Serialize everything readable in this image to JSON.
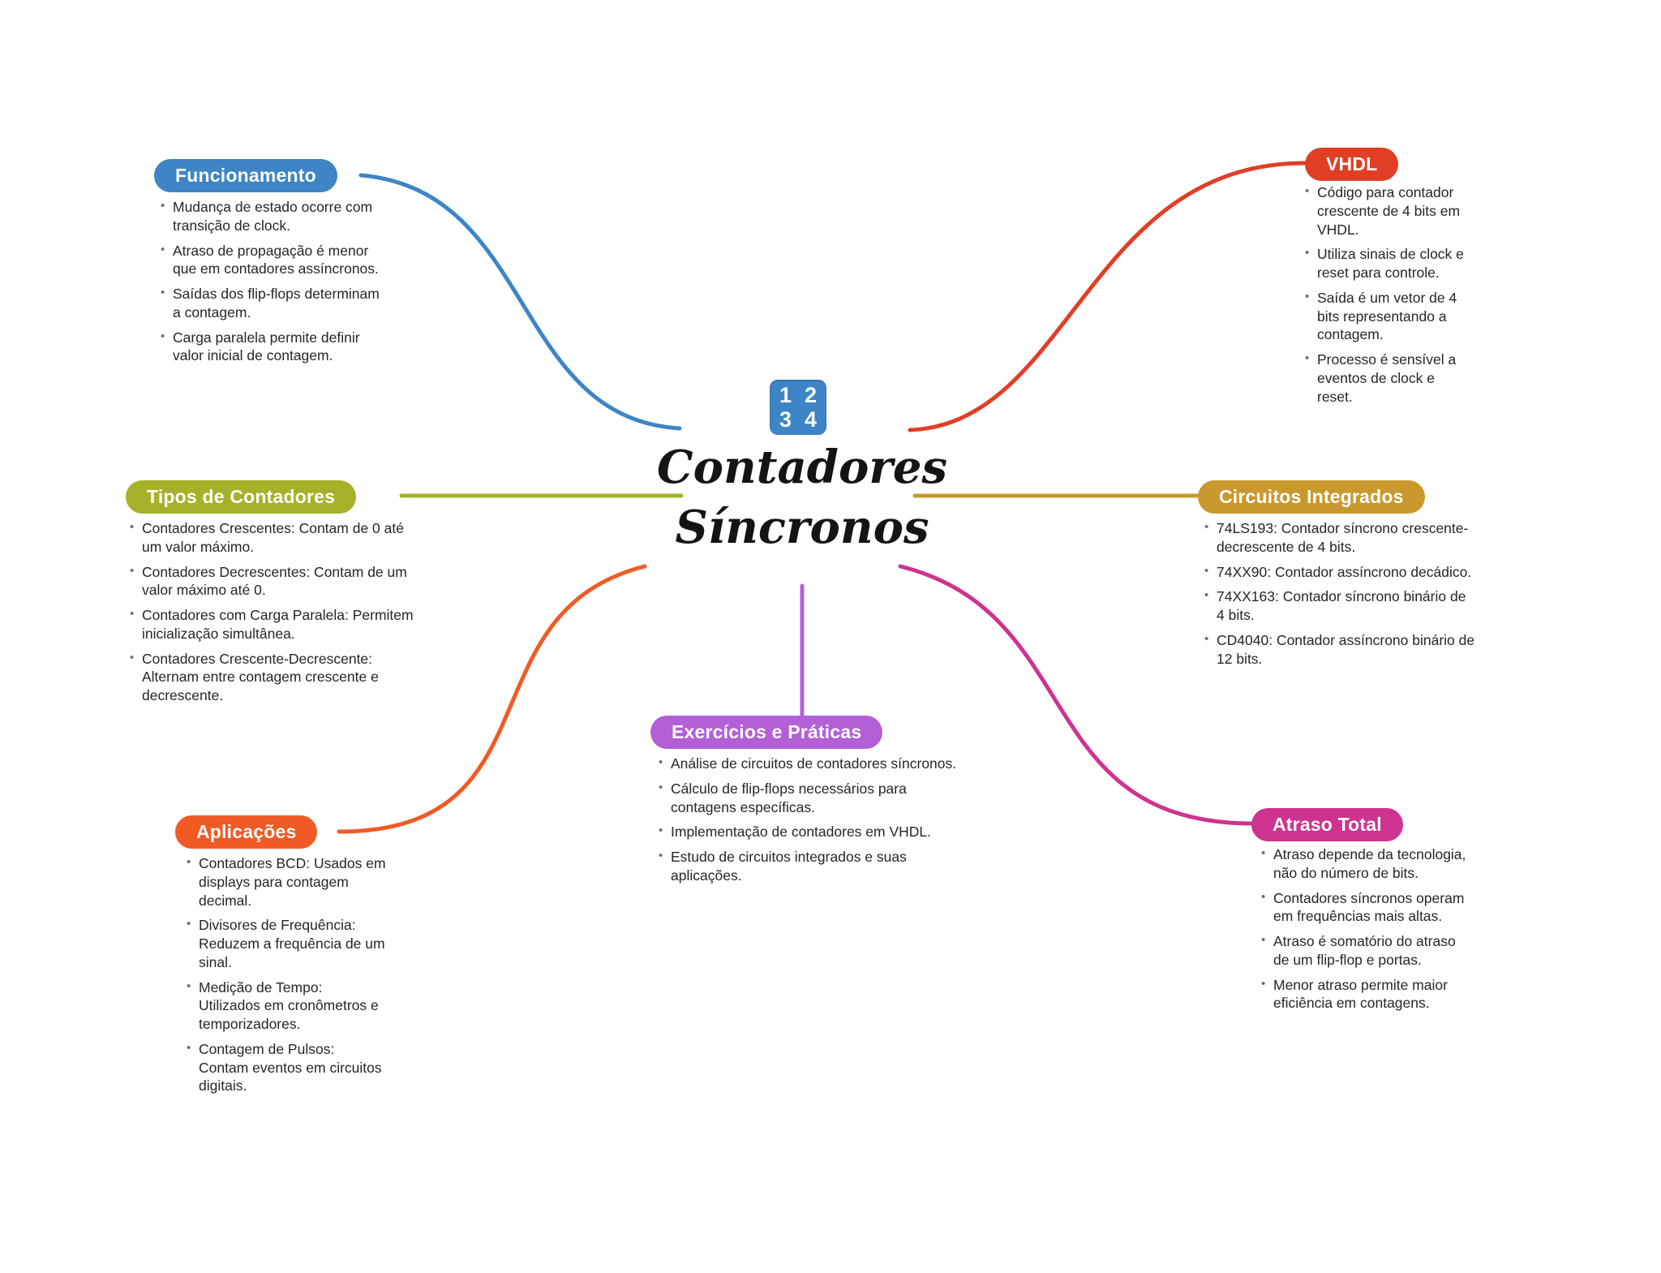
{
  "center": {
    "title_line1": "Contadores",
    "title_line2": "Síncronos",
    "icon_digits": [
      "1",
      "2",
      "3",
      "4"
    ],
    "icon_color": "#3d85c6"
  },
  "branches": [
    {
      "label": "Funcionamento",
      "color": "#3d85c6",
      "items": [
        "Mudança de estado ocorre com transição de clock.",
        "Atraso de propagação é menor que em contadores assíncronos.",
        "Saídas dos flip-flops determinam a contagem.",
        "Carga paralela permite definir valor inicial de contagem."
      ]
    },
    {
      "label": "VHDL",
      "color": "#e13e26",
      "items": [
        "Código para contador crescente de 4 bits em VHDL.",
        "Utiliza sinais de clock e reset para controle.",
        "Saída é um vetor de 4 bits representando a contagem.",
        "Processo é sensível a eventos de clock e reset."
      ]
    },
    {
      "label": "Tipos de Contadores",
      "color": "#a5b229",
      "items": [
        "Contadores Crescentes: Contam de 0 até um valor máximo.",
        "Contadores Decrescentes: Contam de um valor máximo até 0.",
        "Contadores com Carga Paralela: Permitem inicialização simultânea.",
        "Contadores Crescente-Decrescente: Alternam entre contagem crescente e decrescente."
      ]
    },
    {
      "label": "Circuitos Integrados",
      "color": "#c9992e",
      "items": [
        "74LS193: Contador síncrono crescente-decrescente de 4 bits.",
        "74XX90: Contador assíncrono decádico.",
        "74XX163: Contador síncrono binário de 4 bits.",
        "CD4040: Contador assíncrono binário de 12 bits."
      ]
    },
    {
      "label": "Aplicações",
      "color": "#f15a24",
      "items": [
        "Contadores BCD: Usados em displays para contagem decimal.",
        "Divisores de Frequência: Reduzem a frequência de um sinal.",
        "Medição de Tempo: Utilizados em cronômetros e temporizadores.",
        "Contagem de Pulsos: Contam eventos em circuitos digitais."
      ]
    },
    {
      "label": "Atraso Total",
      "color": "#ce3390",
      "items": [
        "Atraso depende da tecnologia, não do número de bits.",
        "Contadores síncronos operam em frequências mais altas.",
        "Atraso é somatório do atraso de um flip-flop e portas.",
        "Menor atraso permite maior eficiência em contagens."
      ]
    },
    {
      "label": "Exercícios e Práticas",
      "color": "#b35fd6",
      "items": [
        "Análise de circuitos de contadores síncronos.",
        "Cálculo de flip-flops necessários para contagens específicas.",
        "Implementação de contadores em VHDL.",
        "Estudo de circuitos integrados e suas aplicações."
      ]
    }
  ]
}
